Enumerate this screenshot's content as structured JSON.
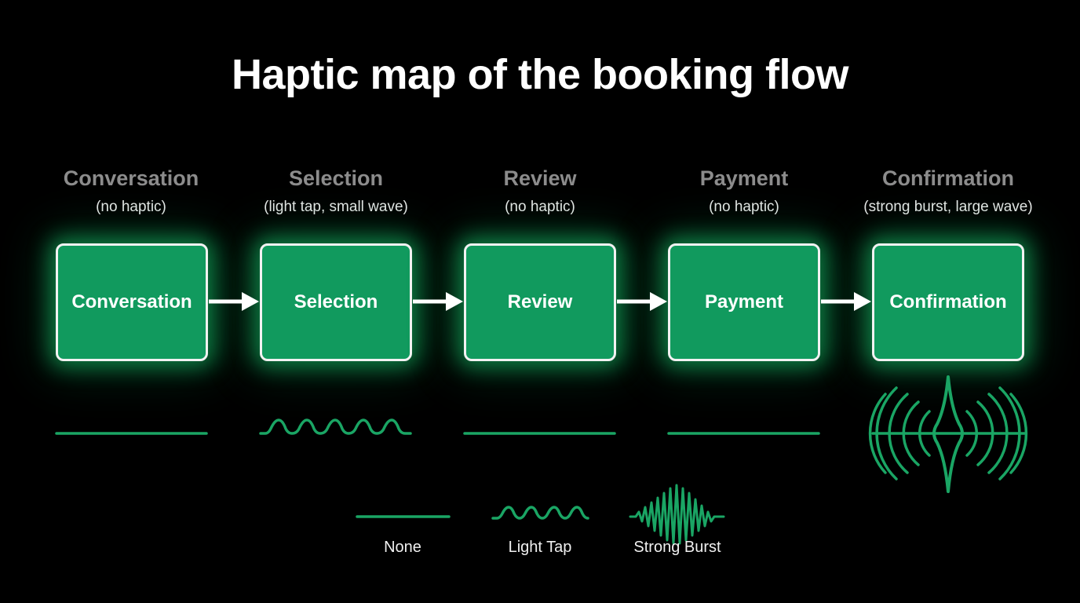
{
  "title": "Haptic map of the booking flow",
  "colors": {
    "background": "#000000",
    "box_fill": "#119a5e",
    "box_border": "#f2f2f2",
    "wave": "#1aa564",
    "glow": "#16c86e",
    "stage_name": "#8c8c8c"
  },
  "stages": [
    {
      "name": "Conversation",
      "note": "(no haptic)",
      "box_label": "Conversation",
      "haptic": "none"
    },
    {
      "name": "Selection",
      "note": "(light tap, small wave)",
      "box_label": "Selection",
      "haptic": "light-tap"
    },
    {
      "name": "Review",
      "note": "(no haptic)",
      "box_label": "Review",
      "haptic": "none"
    },
    {
      "name": "Payment",
      "note": "(no haptic)",
      "box_label": "Payment",
      "haptic": "none"
    },
    {
      "name": "Confirmation",
      "note": "(strong burst, large wave)",
      "box_label": "Confirmation",
      "haptic": "strong-burst"
    }
  ],
  "legend": [
    {
      "label": "None",
      "haptic": "none"
    },
    {
      "label": "Light Tap",
      "haptic": "light-tap"
    },
    {
      "label": "Strong Burst",
      "haptic": "strong-burst"
    }
  ]
}
